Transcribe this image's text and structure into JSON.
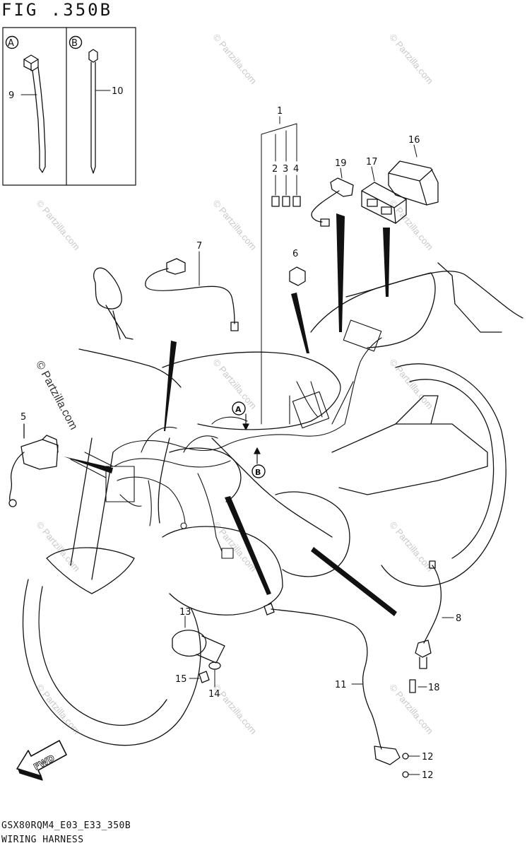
{
  "figure": {
    "title": "FIG .350B",
    "footer_code": "GSX80RQM4_E03_E33_350B",
    "footer_name": "WIRING HARNESS",
    "direction_label": "FWD"
  },
  "insets": [
    {
      "letter": "A",
      "part": "9"
    },
    {
      "letter": "B",
      "part": "10"
    }
  ],
  "callouts": {
    "arrow_a": "A",
    "arrow_b": "B"
  },
  "part_labels": [
    "1",
    "2",
    "3",
    "4",
    "5",
    "6",
    "7",
    "8",
    "9",
    "10",
    "11",
    "12",
    "12",
    "13",
    "14",
    "15",
    "16",
    "17",
    "18",
    "19"
  ],
  "watermark": {
    "text": "© Partzilla.com",
    "main_text": "© Partzilla.com"
  },
  "colors": {
    "line": "#111111",
    "watermark": "#c9c9c9"
  }
}
